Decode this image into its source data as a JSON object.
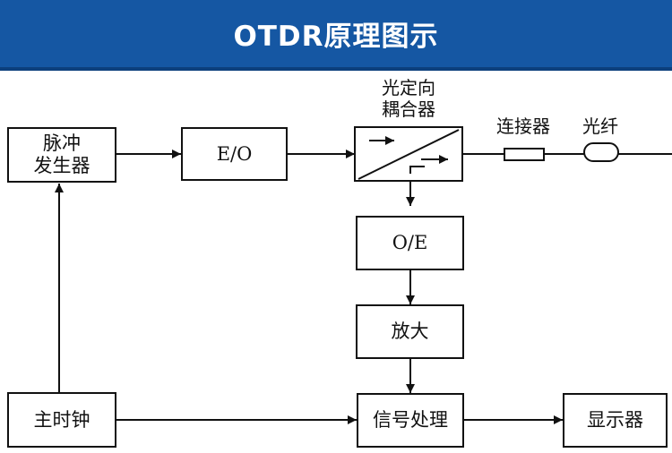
{
  "banner": {
    "title": "OTDR原理图示",
    "color": "#1557a3"
  },
  "blocks": {
    "pulse_generator": {
      "line1": "脉冲",
      "line2": "发生器"
    },
    "eo": "E/O",
    "oe": "O/E",
    "amplifier": "放大",
    "master_clock": "主时钟",
    "signal_processing": "信号处理",
    "display": "显示器"
  },
  "labels": {
    "coupler_line1": "光定向",
    "coupler_line2": "耦合器",
    "connector": "连接器",
    "fiber": "光纤"
  }
}
